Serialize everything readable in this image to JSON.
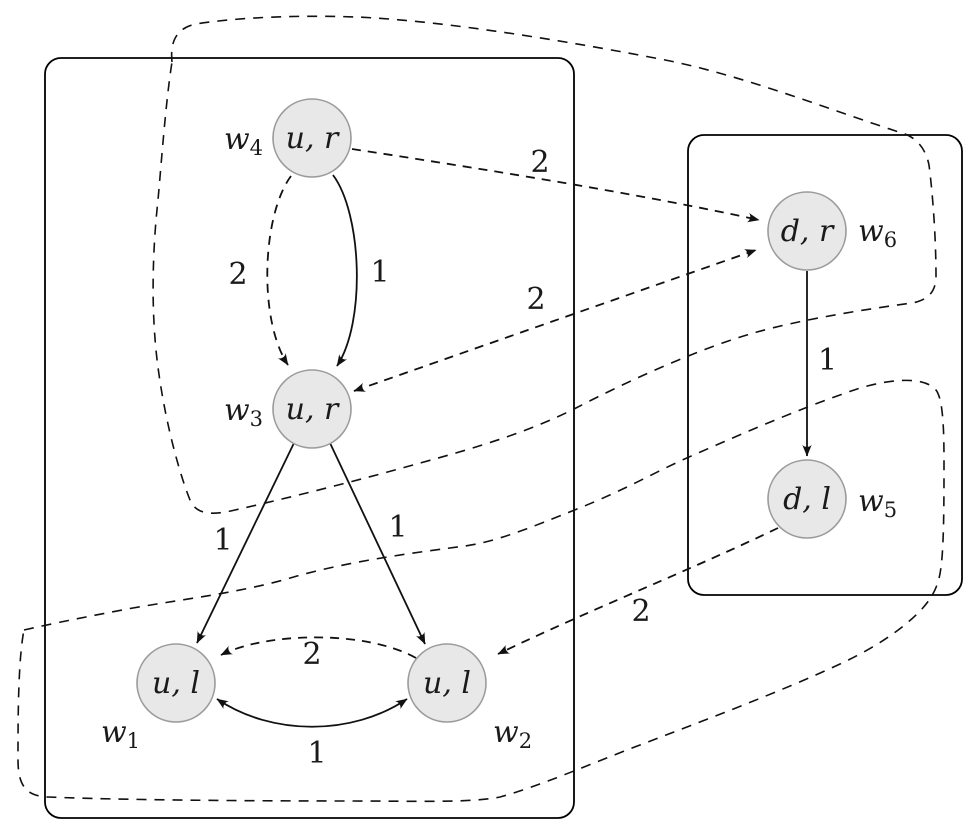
{
  "diagram": {
    "background": "#ffffff",
    "node_fill": "#e8e8e8",
    "node_stroke": "#9b9b9b",
    "line_color": "#111111",
    "nodes": [
      {
        "id": "w1",
        "name": "w",
        "sub": "1",
        "label": "u, l"
      },
      {
        "id": "w2",
        "name": "w",
        "sub": "2",
        "label": "u, l"
      },
      {
        "id": "w3",
        "name": "w",
        "sub": "3",
        "label": "u, r"
      },
      {
        "id": "w4",
        "name": "w",
        "sub": "4",
        "label": "u, r"
      },
      {
        "id": "w5",
        "name": "w",
        "sub": "5",
        "label": "d, l"
      },
      {
        "id": "w6",
        "name": "w",
        "sub": "6",
        "label": "d, r"
      }
    ],
    "edge_labels": {
      "w4_w3_1": "1",
      "w4_w3_2": "2",
      "w3_w1_1": "1",
      "w3_w2_1": "1",
      "w1_w2_1": "1",
      "w2_w1_2": "2",
      "w6_w5_1": "1",
      "w4_w6_2": "2",
      "w3_w6_2": "2",
      "w5_w2_2": "2"
    }
  }
}
